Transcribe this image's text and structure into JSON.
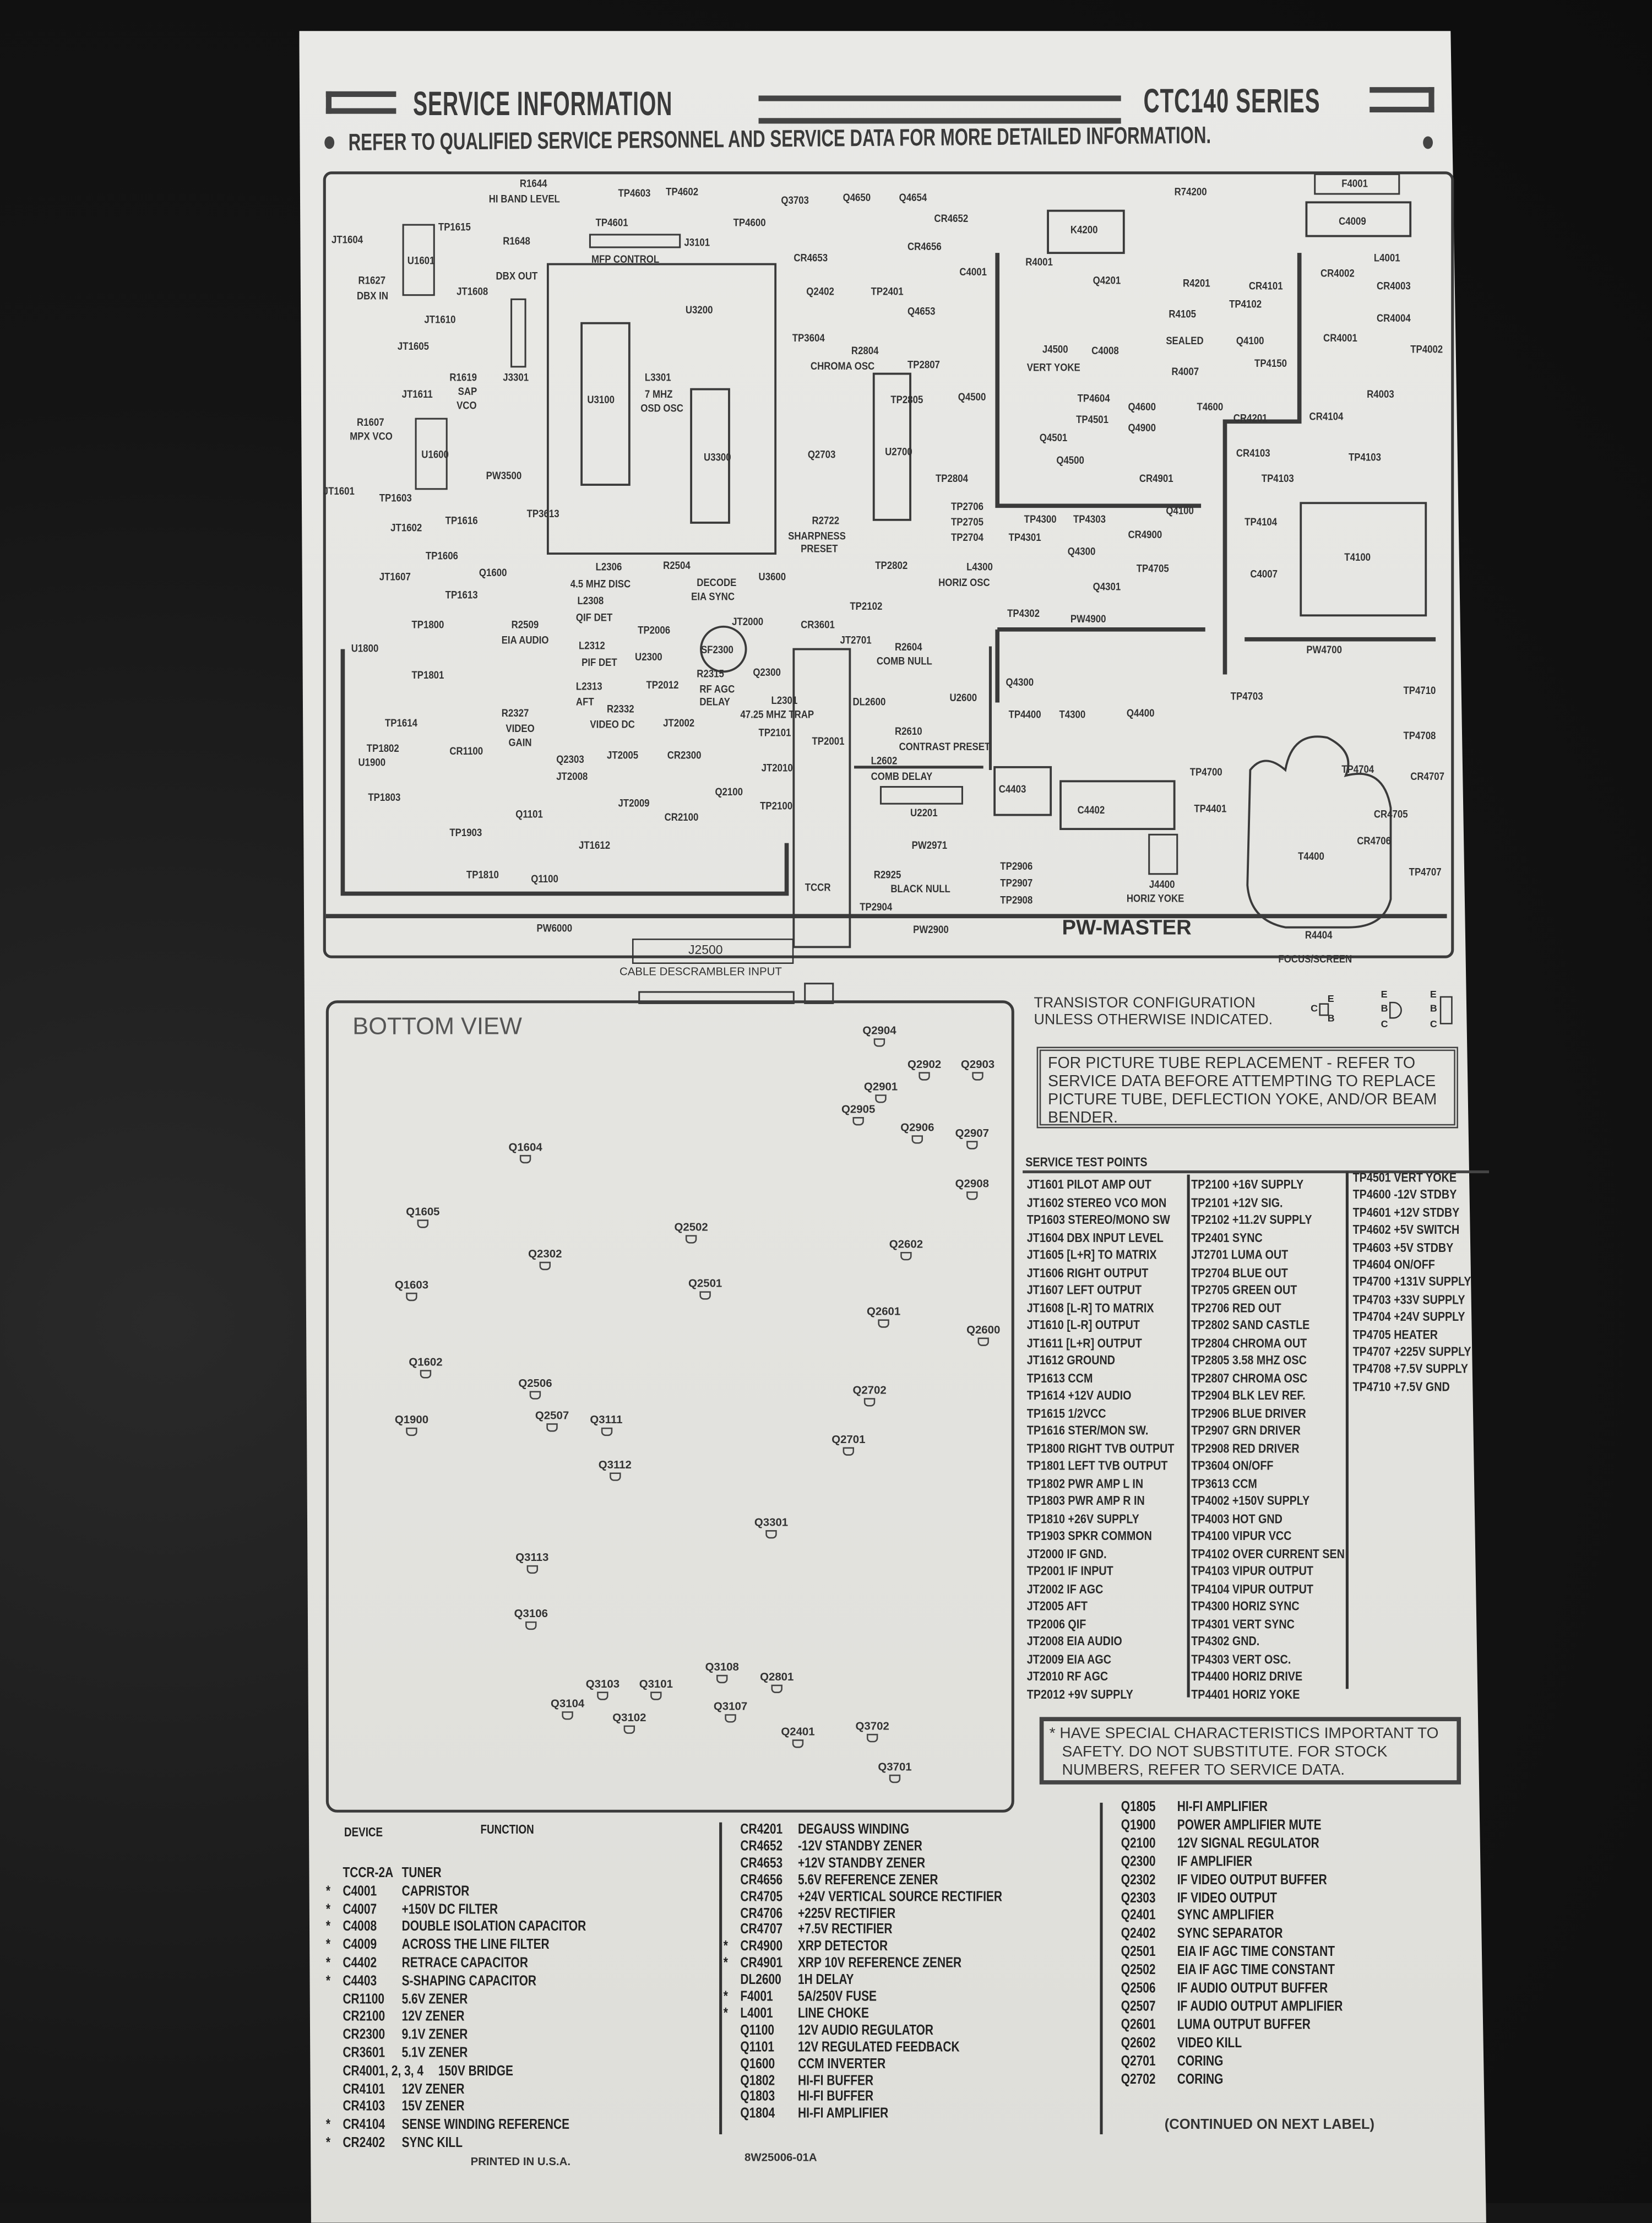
{
  "header": {
    "title": "SERVICE INFORMATION",
    "series": "CTC140 SERIES",
    "notice": "REFER TO QUALIFIED SERVICE PERSONNEL AND SERVICE DATA FOR MORE DETAILED INFORMATION."
  },
  "board": {
    "title": "PW-MASTER",
    "connector": "J2500",
    "connector_label": "CABLE DESCRAMBLER INPUT",
    "labels": [
      "R1644",
      "HI BAND LEVEL",
      "TP4603",
      "TP4602",
      "Q3703",
      "Q4650",
      "Q4654",
      "R74200",
      "F4001",
      "C4009",
      "TP4601",
      "TP4600",
      "CR4652",
      "JT1604",
      "TP1615",
      "R1648",
      "J3101",
      "MFP CONTROL",
      "CR4656",
      "K4200",
      "L4001",
      "U1601",
      "CR4653",
      "C4001",
      "R4001",
      "Q4201",
      "R1627",
      "DBX IN",
      "DBX OUT",
      "JT1608",
      "Q2402",
      "TP2401",
      "R4201",
      "CR4101",
      "CR4002",
      "CR4003",
      "U3200",
      "Q4653",
      "R4105",
      "TP4102",
      "CR4004",
      "JT1610",
      "TP3604",
      "R2804",
      "SEALED",
      "Q4100",
      "CR4001",
      "TP4002",
      "JT1605",
      "J4500",
      "C4008",
      "CHROMA OSC",
      "TP2807",
      "TP4150",
      "R1619",
      "SAP",
      "VCO",
      "J3301",
      "L3301",
      "7 MHZ",
      "OSD OSC",
      "VERT YOKE",
      "R4007",
      "JT1611",
      "U3100",
      "TP2805",
      "Q4500",
      "TP4604",
      "Q4600",
      "T4600",
      "R4003",
      "TP4501",
      "Q4900",
      "CR4201",
      "CR4104",
      "R1607",
      "MPX VCO",
      "Q4501",
      "U3300",
      "U1600",
      "Q2703",
      "U2700",
      "CR4103",
      "TP4103",
      "Q4500",
      "PW3500",
      "TP4103",
      "CR4901",
      "TP2804",
      "JT1601",
      "TP1603",
      "TP3613",
      "R2722",
      "SHARPNESS",
      "PRESET",
      "TP2706",
      "TP2705",
      "TP2704",
      "TP4300",
      "TP4303",
      "Q4100",
      "TP4104",
      "T4100",
      "JT1602",
      "TP1616",
      "TP4301",
      "CR4900",
      "TP1606",
      "L2306",
      "R2504",
      "TP2802",
      "L4300",
      "Q4300",
      "TP4705",
      "C4007",
      "JT1607",
      "Q1600",
      "4.5 MHZ DISC",
      "DECODE",
      "EIA SYNC",
      "U3600",
      "HORIZ OSC",
      "Q4301",
      "TP1613",
      "L2308",
      "QIF DET",
      "TP2102",
      "TP4302",
      "PW4900",
      "TP1800",
      "R2509",
      "JT2000",
      "CR3601",
      "JT2701",
      "R2604",
      "PW4700",
      "EIA AUDIO",
      "TP2006",
      "L2312",
      "SF2300",
      "COMB NULL",
      "U1800",
      "U2300",
      "PIF DET",
      "Q2300",
      "TP1801",
      "L2313",
      "AFT",
      "TP2012",
      "R2315",
      "RF AGC",
      "DELAY",
      "L2301",
      "DL2600",
      "U2600",
      "Q4300",
      "TP4703",
      "TP4710",
      "R2327",
      "R2332",
      "VIDEO DC",
      "47.25 MHZ TRAP",
      "TP4400",
      "T4300",
      "Q4400",
      "TP1614",
      "JT2002",
      "R2610",
      "CONTRAST PRESET",
      "VIDEO",
      "GAIN",
      "TP2101",
      "TP2001",
      "TP4708",
      "TP1802",
      "CR1100",
      "CR2300",
      "Q2303",
      "JT2005",
      "L2602",
      "COMB DELAY",
      "JT2010",
      "U1900",
      "JT2008",
      "C4403",
      "TP4700",
      "TP4704",
      "CR4707",
      "Q2100",
      "TP1803",
      "JT2009",
      "TP2100",
      "U2201",
      "C4402",
      "TP4401",
      "CR4705",
      "Q1101",
      "CR2100",
      "CR4706",
      "TP1903",
      "JT1612",
      "PW2971",
      "T4400",
      "TP2906",
      "TP4707",
      "TP1810",
      "Q1100",
      "R2925",
      "TCCR",
      "BLACK NULL",
      "TP2907",
      "J4400",
      "TP2904",
      "TP2908",
      "HORIZ YOKE",
      "PW6000",
      "PW2900",
      "R4404",
      "FOCUS/SCREEN"
    ]
  },
  "bottom_view": {
    "title": "BOTTOM VIEW",
    "labels": [
      "Q2904",
      "Q2902",
      "Q2903",
      "Q2901",
      "Q2905",
      "Q2906",
      "Q2907",
      "Q1604",
      "Q2908",
      "Q1605",
      "Q2502",
      "Q2302",
      "Q2602",
      "Q1603",
      "Q2501",
      "Q2601",
      "Q2600",
      "Q1602",
      "Q2506",
      "Q2702",
      "Q1900",
      "Q2507",
      "Q3111",
      "Q2701",
      "Q3112",
      "Q3301",
      "Q3113",
      "Q3106",
      "Q3108",
      "Q3103",
      "Q3101",
      "Q2801",
      "Q3104",
      "Q3107",
      "Q3102",
      "Q2401",
      "Q3702",
      "Q3701"
    ]
  },
  "transistor_config": {
    "line1": "TRANSISTOR CONFIGURATION",
    "line2": "UNLESS OTHERWISE INDICATED.",
    "pins": {
      "c": "C",
      "e": "E",
      "b": "B"
    }
  },
  "picture_tube_notice": [
    "FOR PICTURE TUBE REPLACEMENT -     REFER TO",
    "SERVICE DATA BEFORE ATTEMPTING TO REPLACE",
    "PICTURE TUBE, DEFLECTION YOKE, AND/OR BEAM",
    "BENDER."
  ],
  "test_points": {
    "title": "SERVICE TEST POINTS",
    "columns": [
      [
        "JT1601 PILOT AMP OUT",
        "JT1602 STEREO VCO MON",
        "TP1603 STEREO/MONO SW",
        "JT1604 DBX INPUT LEVEL",
        "JT1605 [L+R] TO MATRIX",
        "JT1606 RIGHT OUTPUT",
        "JT1607 LEFT OUTPUT",
        "JT1608 [L-R] TO MATRIX",
        "JT1610 [L-R] OUTPUT",
        "JT1611 [L+R] OUTPUT",
        "JT1612 GROUND",
        "TP1613 CCM",
        "TP1614 +12V AUDIO",
        "TP1615 1/2VCC",
        "TP1616 STER/MON SW.",
        "TP1800 RIGHT TVB OUTPUT",
        "TP1801 LEFT TVB OUTPUT",
        "TP1802 PWR AMP L  IN",
        "TP1803 PWR AMP R  IN",
        "TP1810 +26V SUPPLY",
        "TP1903 SPKR COMMON",
        "JT2000 IF GND.",
        "TP2001 IF INPUT",
        "JT2002 IF AGC",
        "JT2005 AFT",
        "TP2006 QIF",
        "JT2008 EIA AUDIO",
        "JT2009 EIA AGC",
        "JT2010 RF AGC",
        "TP2012 +9V SUPPLY"
      ],
      [
        "TP2100 +16V SUPPLY",
        "TP2101 +12V SIG.",
        "TP2102 +11.2V SUPPLY",
        "TP2401 SYNC",
        "JT2701 LUMA OUT",
        "TP2704 BLUE OUT",
        "TP2705 GREEN OUT",
        "TP2706 RED OUT",
        "TP2802 SAND CASTLE",
        "TP2804 CHROMA OUT",
        "TP2805 3.58 MHZ OSC",
        "TP2807 CHROMA OSC",
        "TP2904 BLK LEV REF.",
        "TP2906 BLUE DRIVER",
        "TP2907 GRN DRIVER",
        "TP2908 RED DRIVER",
        "TP3604 ON/OFF",
        "TP3613 CCM",
        "TP4002 +150V SUPPLY",
        "TP4003 HOT GND",
        "TP4100 VIPUR VCC",
        "TP4102 OVER CURRENT SEN",
        "TP4103 VIPUR OUTPUT",
        "TP4104 VIPUR OUTPUT",
        "TP4300 HORIZ SYNC",
        "TP4301 VERT SYNC",
        "TP4302 GND.",
        "TP4303 VERT OSC.",
        "TP4400 HORIZ DRIVE",
        "TP4401 HORIZ YOKE"
      ],
      [
        "TP4501 VERT YOKE",
        "TP4600 -12V STDBY",
        "TP4601 +12V STDBY",
        "TP4602 +5V SWITCH",
        "TP4603 +5V STDBY",
        "TP4604 ON/OFF",
        "TP4700 +131V SUPPLY",
        "TP4703 +33V SUPPLY",
        "TP4704 +24V SUPPLY",
        "TP4705 HEATER",
        "TP4707 +225V SUPPLY",
        "TP4708 +7.5V SUPPLY",
        "TP4710 +7.5V GND"
      ]
    ]
  },
  "safety_notice": [
    "* HAVE SPECIAL CHARACTERISTICS IMPORTANT TO",
    "SAFETY.    DO NOT SUBSTITUTE.    FOR STOCK",
    "NUMBERS, REFER TO SERVICE DATA."
  ],
  "devices": {
    "header_device": "DEVICE",
    "header_function": "FUNCTION",
    "columns": [
      [
        [
          "",
          "TCCR-2A",
          "TUNER"
        ],
        [
          "*",
          "C4001",
          "CAPRISTOR"
        ],
        [
          "*",
          "C4007",
          "+150V DC FILTER"
        ],
        [
          "*",
          "C4008",
          "DOUBLE ISOLATION CAPACITOR"
        ],
        [
          "*",
          "C4009",
          "ACROSS THE LINE FILTER"
        ],
        [
          "*",
          "C4402",
          "RETRACE CAPACITOR"
        ],
        [
          "*",
          "C4403",
          "S-SHAPING CAPACITOR"
        ],
        [
          "",
          "CR1100",
          "5.6V ZENER"
        ],
        [
          "",
          "CR2100",
          "12V ZENER"
        ],
        [
          "",
          "CR2300",
          "9.1V ZENER"
        ],
        [
          "",
          "CR3601",
          "5.1V ZENER"
        ],
        [
          "",
          "CR4001, 2, 3, 4",
          "150V BRIDGE"
        ],
        [
          "",
          "CR4101",
          "12V ZENER"
        ],
        [
          "",
          "CR4103",
          "15V ZENER"
        ],
        [
          "*",
          "CR4104",
          "SENSE WINDING REFERENCE"
        ],
        [
          "*",
          "CR2402",
          "SYNC KILL"
        ]
      ],
      [
        [
          "",
          "CR4201",
          "DEGAUSS WINDING"
        ],
        [
          "",
          "CR4652",
          "-12V STANDBY ZENER"
        ],
        [
          "",
          "CR4653",
          "+12V STANDBY ZENER"
        ],
        [
          "",
          "CR4656",
          "5.6V REFERENCE ZENER"
        ],
        [
          "",
          "CR4705",
          "+24V VERTICAL SOURCE RECTIFIER"
        ],
        [
          "",
          "CR4706",
          "+225V RECTIFIER"
        ],
        [
          "",
          "CR4707",
          "+7.5V RECTIFIER"
        ],
        [
          "*",
          "CR4900",
          "XRP DETECTOR"
        ],
        [
          "*",
          "CR4901",
          "XRP 10V REFERENCE ZENER"
        ],
        [
          "",
          "DL2600",
          "1H DELAY"
        ],
        [
          "*",
          "F4001",
          "5A/250V FUSE"
        ],
        [
          "*",
          "L4001",
          "LINE CHOKE"
        ],
        [
          "",
          "Q1100",
          "12V AUDIO REGULATOR"
        ],
        [
          "",
          "Q1101",
          "12V REGULATED FEEDBACK"
        ],
        [
          "",
          "Q1600",
          "CCM INVERTER"
        ],
        [
          "",
          "Q1802",
          "HI-FI BUFFER"
        ],
        [
          "",
          "Q1803",
          "HI-FI BUFFER"
        ],
        [
          "",
          "Q1804",
          "HI-FI AMPLIFIER"
        ]
      ],
      [
        [
          "",
          "Q1805",
          "HI-FI AMPLIFIER"
        ],
        [
          "",
          "Q1900",
          "POWER AMPLIFIER MUTE"
        ],
        [
          "",
          "Q2100",
          "12V SIGNAL REGULATOR"
        ],
        [
          "",
          "Q2300",
          "IF AMPLIFIER"
        ],
        [
          "",
          "Q2302",
          "IF VIDEO OUTPUT BUFFER"
        ],
        [
          "",
          "Q2303",
          "IF VIDEO OUTPUT"
        ],
        [
          "",
          "Q2401",
          "SYNC AMPLIFIER"
        ],
        [
          "",
          "Q2402",
          "SYNC SEPARATOR"
        ],
        [
          "",
          "Q2501",
          "EIA IF AGC TIME CONSTANT"
        ],
        [
          "",
          "Q2502",
          "EIA IF AGC TIME CONSTANT"
        ],
        [
          "",
          "Q2506",
          "IF AUDIO OUTPUT BUFFER"
        ],
        [
          "",
          "Q2507",
          "IF AUDIO OUTPUT AMPLIFIER"
        ],
        [
          "",
          "Q2601",
          "LUMA OUTPUT BUFFER"
        ],
        [
          "",
          "Q2602",
          "VIDEO KILL"
        ],
        [
          "",
          "Q2701",
          "CORING"
        ],
        [
          "",
          "Q2702",
          "CORING"
        ]
      ]
    ]
  },
  "footer": {
    "printed": "PRINTED IN U.S.A.",
    "part_number": "8W25006-01A",
    "continued": "(CONTINUED ON NEXT LABEL)"
  }
}
